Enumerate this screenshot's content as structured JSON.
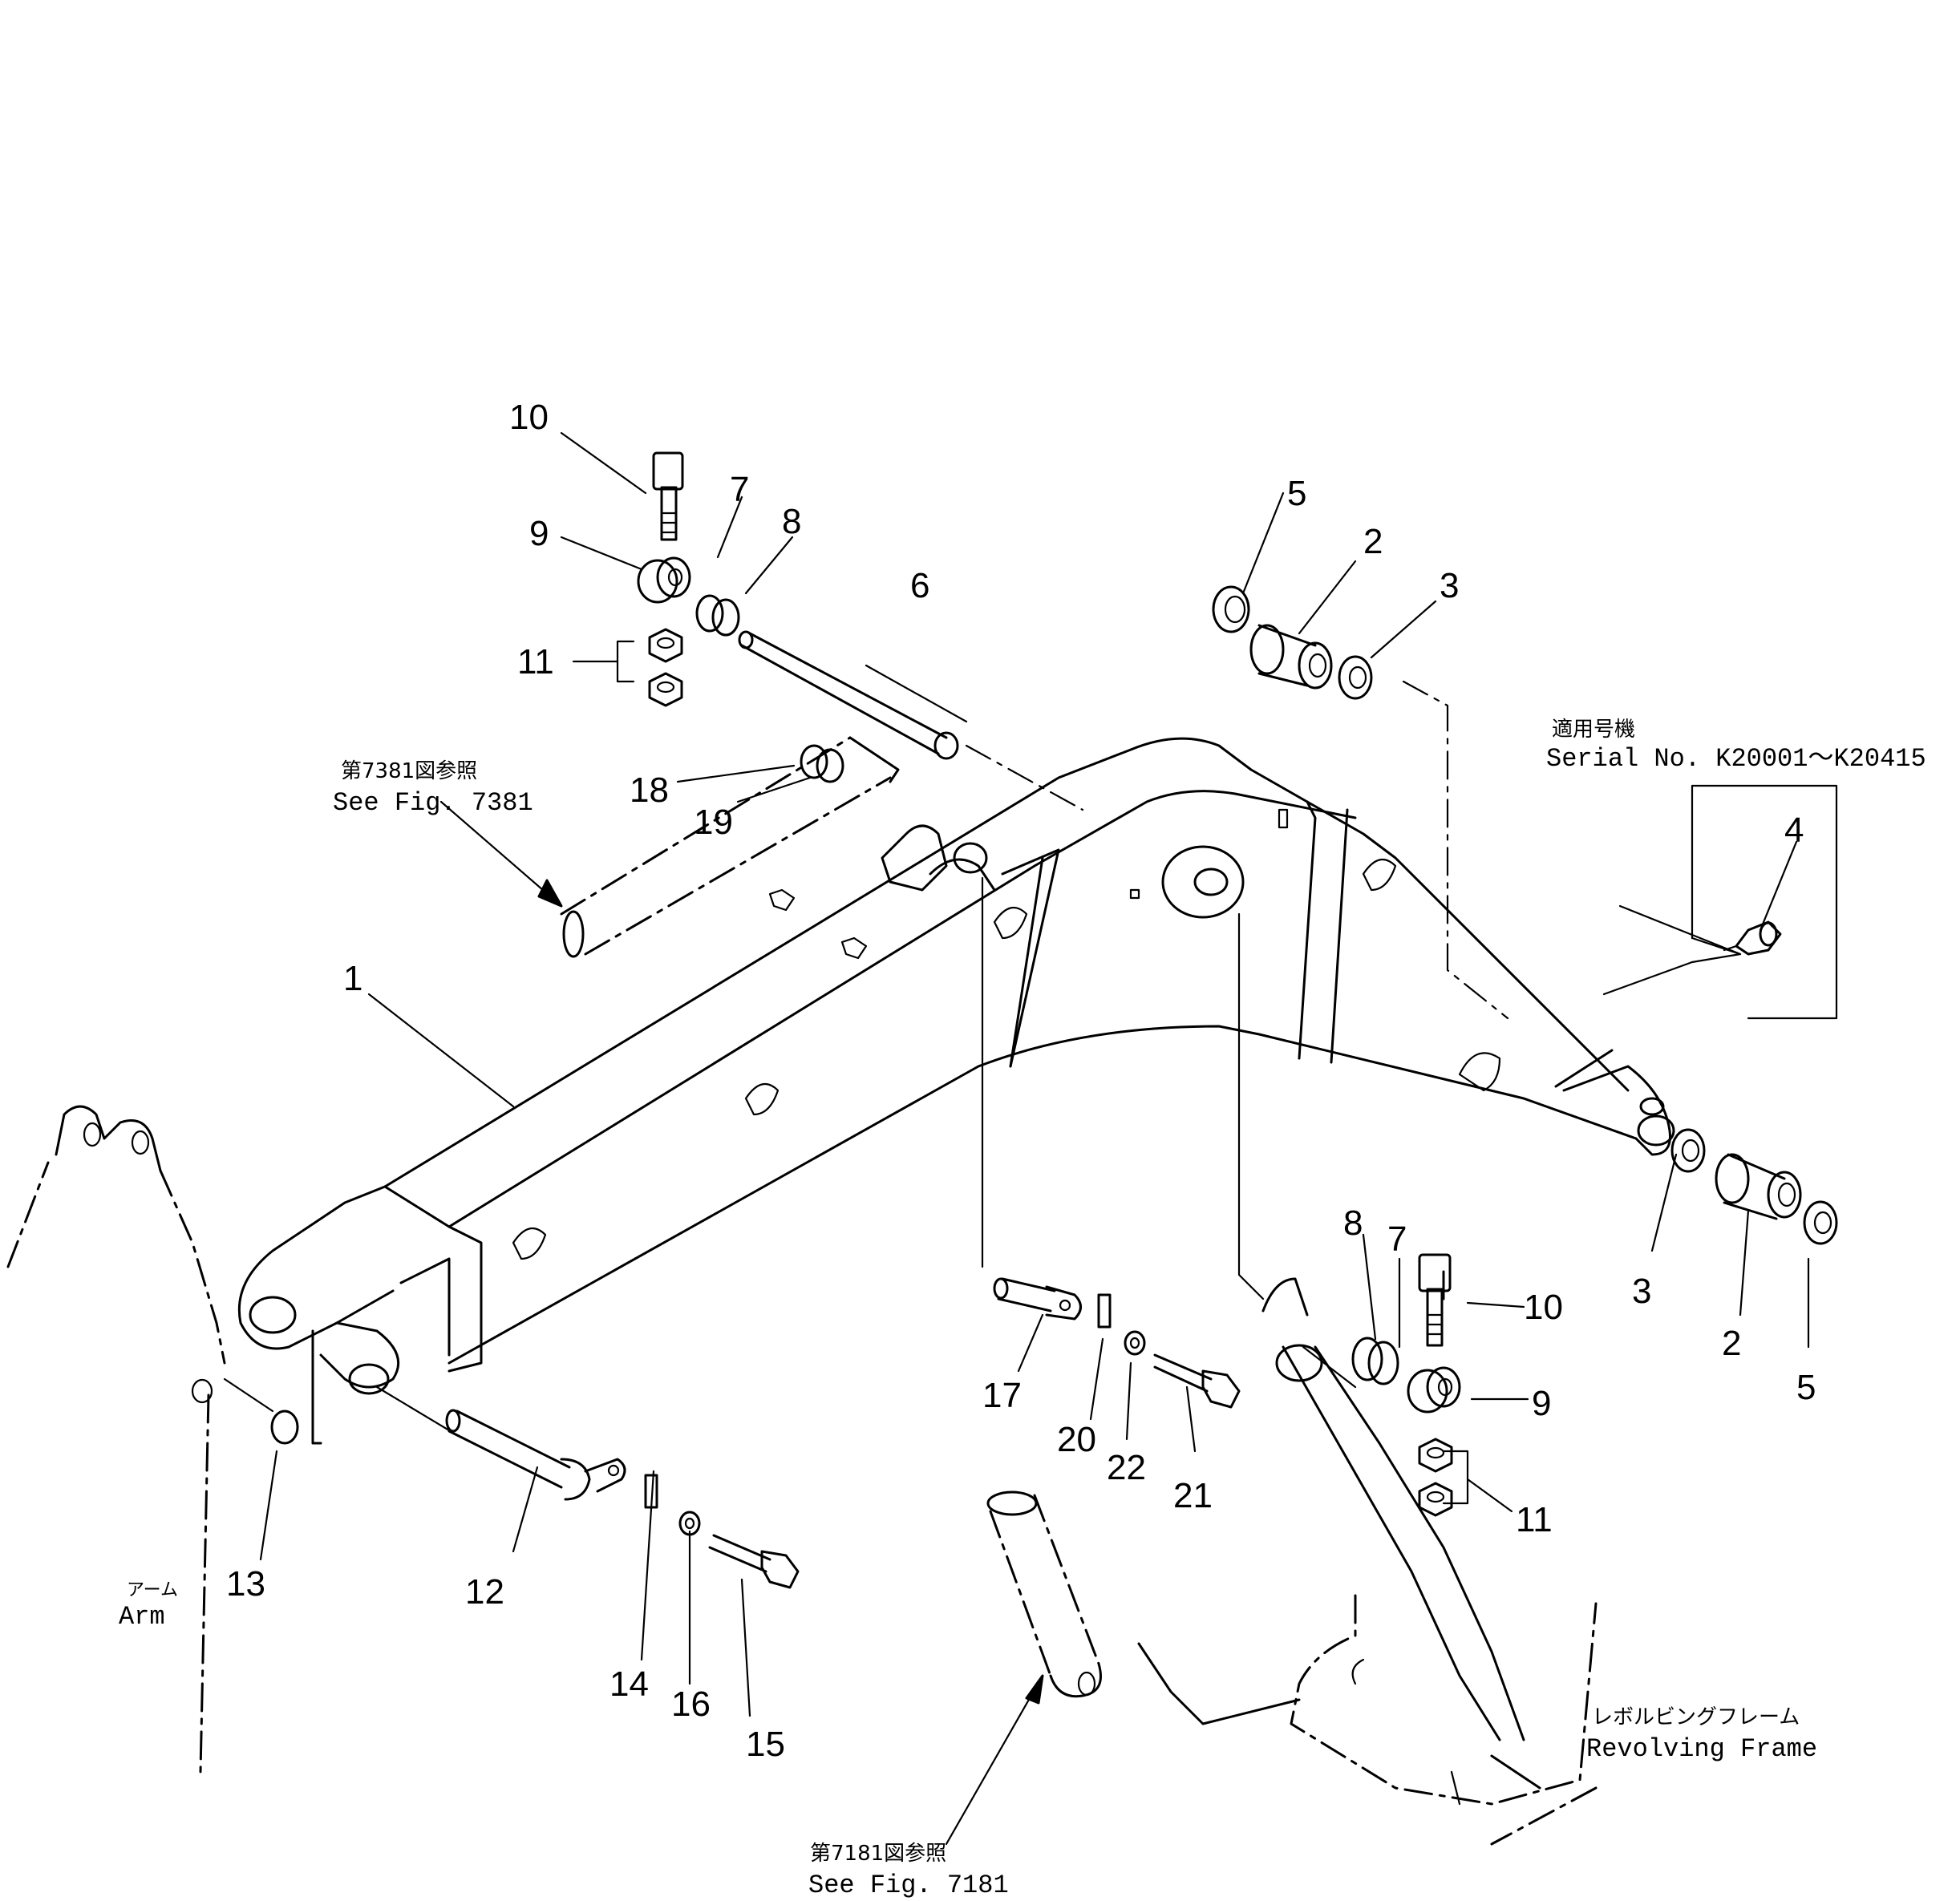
{
  "callouts": {
    "boom": "1",
    "bushing_a": "2",
    "bushing_b": "2",
    "dust_seal_a": "3",
    "dust_seal_b": "3",
    "grease_fitting": "4",
    "seal_a": "5",
    "seal_b": "5",
    "pin_top": "6",
    "shim_a": "7",
    "shim_b": "7",
    "washer_a": "8",
    "washer_b": "8",
    "collar_a": "9",
    "collar_b": "9",
    "bolt_a": "10",
    "bolt_b": "10",
    "nut_a": "11",
    "nut_b": "11",
    "pin_arm": "12",
    "shim_arm": "13",
    "plate_arm": "14",
    "bolt_arm": "15",
    "washer_arm": "16",
    "pin_cyl": "17",
    "shim_top": "18",
    "shim_top2": "19",
    "plate_cyl": "20",
    "bolt_cyl": "21",
    "washer_cyl": "22"
  },
  "notes": {
    "fig7381_jp": "第7381図参照",
    "fig7381_en": "See  Fig.  7381",
    "fig7181_jp": "第7181図参照",
    "fig7181_en": "See  Fig.  7181",
    "serial_jp": "適用号機",
    "serial_en": "Serial  No.  K20001～K20415",
    "arm_jp": "アーム",
    "arm_en": "Arm",
    "frame_jp": "レボルビングフレーム",
    "frame_en": "Revolving  Frame"
  }
}
